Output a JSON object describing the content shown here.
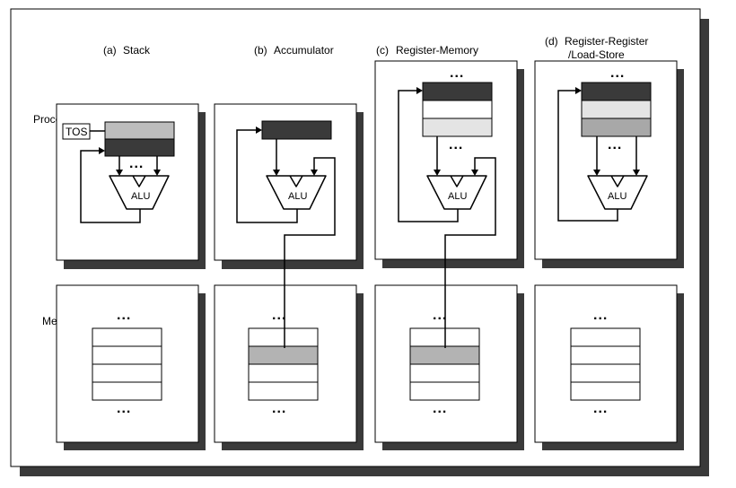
{
  "columns": [
    {
      "id": "stack",
      "letter": "(a)",
      "title": "Stack",
      "title_line2": ""
    },
    {
      "id": "accumulator",
      "letter": "(b)",
      "title": "Accumulator",
      "title_line2": ""
    },
    {
      "id": "register-memory",
      "letter": "(c)",
      "title": "Register-Memory",
      "title_line2": ""
    },
    {
      "id": "register-register",
      "letter": "(d)",
      "title": "Register-Register",
      "title_line2": "/Load-Store"
    }
  ],
  "labels": {
    "processor": "Processor",
    "memory": "Memory",
    "tos": "TOS",
    "alu": "ALU",
    "ellipsis": "..."
  },
  "colors": {
    "frame_shadow": "#3a3a3a",
    "panel_shadow": "#3a3a3a",
    "dark_cell": "#3a3a3a",
    "light_gray_cell": "#bdbdbd",
    "mid_gray_cell": "#a8a8a8",
    "pale_cell": "#e4e4e4",
    "memory_highlight": "#b3b3b3",
    "line": "#000000",
    "background": "#ffffff"
  }
}
